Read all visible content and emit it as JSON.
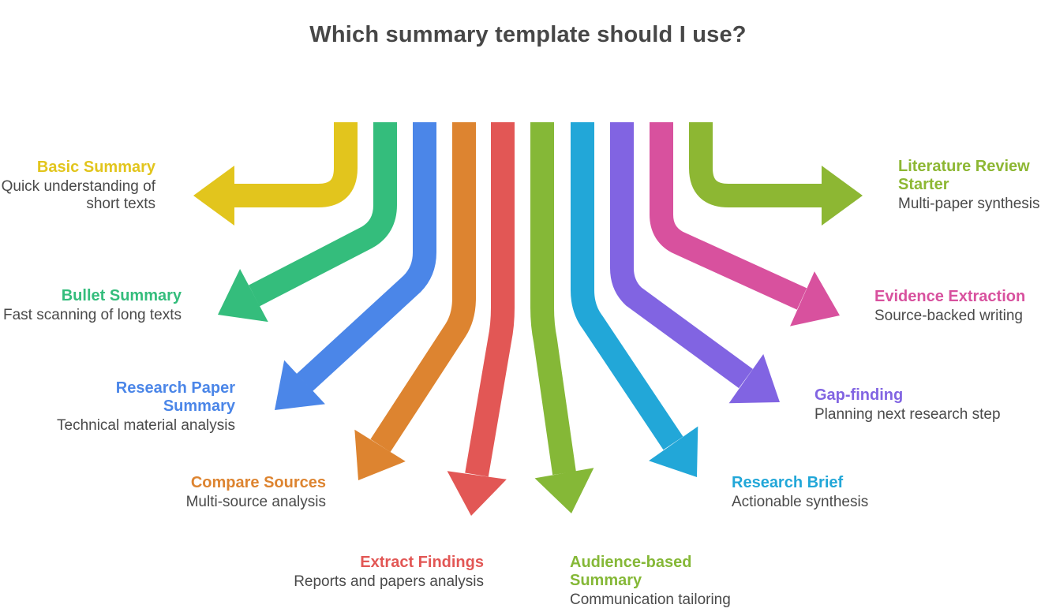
{
  "title": "Which summary template should I use?",
  "items": [
    {
      "id": "basic-summary",
      "label": "Basic Summary",
      "description": "Quick understanding of\nshort texts",
      "color": "#e2c51d",
      "side": "left"
    },
    {
      "id": "bullet-summary",
      "label": "Bullet Summary",
      "description": "Fast scanning of long texts",
      "color": "#34bd7c",
      "side": "left"
    },
    {
      "id": "research-paper-summary",
      "label": "Research Paper\nSummary",
      "description": "Technical material analysis",
      "color": "#4b86e8",
      "side": "left"
    },
    {
      "id": "compare-sources",
      "label": "Compare Sources",
      "description": "Multi-source analysis",
      "color": "#dd8430",
      "side": "left"
    },
    {
      "id": "extract-findings",
      "label": "Extract Findings",
      "description": "Reports and papers analysis",
      "color": "#e25755",
      "side": "left"
    },
    {
      "id": "audience-based-summary",
      "label": "Audience-based\nSummary",
      "description": "Communication tailoring",
      "color": "#85b837",
      "side": "right"
    },
    {
      "id": "research-brief",
      "label": "Research Brief",
      "description": "Actionable synthesis",
      "color": "#22a7d8",
      "side": "right"
    },
    {
      "id": "gap-finding",
      "label": "Gap-finding",
      "description": "Planning next research step",
      "color": "#8164e2",
      "side": "right"
    },
    {
      "id": "evidence-extraction",
      "label": "Evidence Extraction",
      "description": "Source-backed writing",
      "color": "#d8519e",
      "side": "right"
    },
    {
      "id": "literature-review-starter",
      "label": "Literature Review\nStarter",
      "description": "Multi-paper synthesis",
      "color": "#8db733",
      "side": "right"
    }
  ]
}
